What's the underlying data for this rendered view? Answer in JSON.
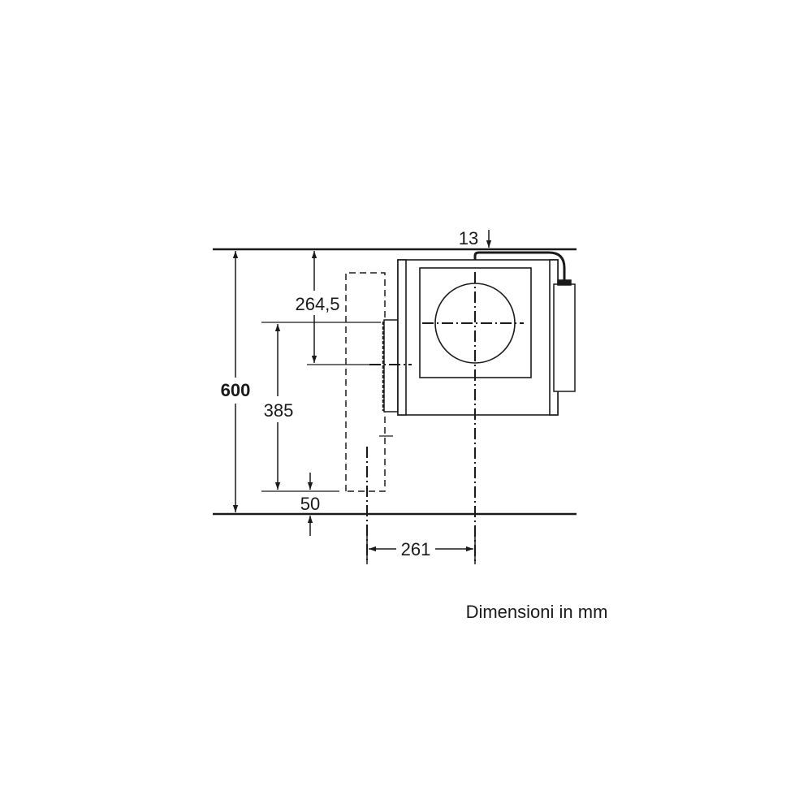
{
  "diagram": {
    "type": "technical-dimension-drawing",
    "subject": "extractor fan / blower unit side view",
    "caption": "Dimensioni in mm",
    "dimensions": {
      "total_height": "600",
      "top_to_centerline": "264,5",
      "outlet_height": "385",
      "bottom_offset": "50",
      "top_clearance": "13",
      "horizontal_offset": "261"
    },
    "colors": {
      "line": "#1a1a1a",
      "background": "#ffffff"
    }
  }
}
